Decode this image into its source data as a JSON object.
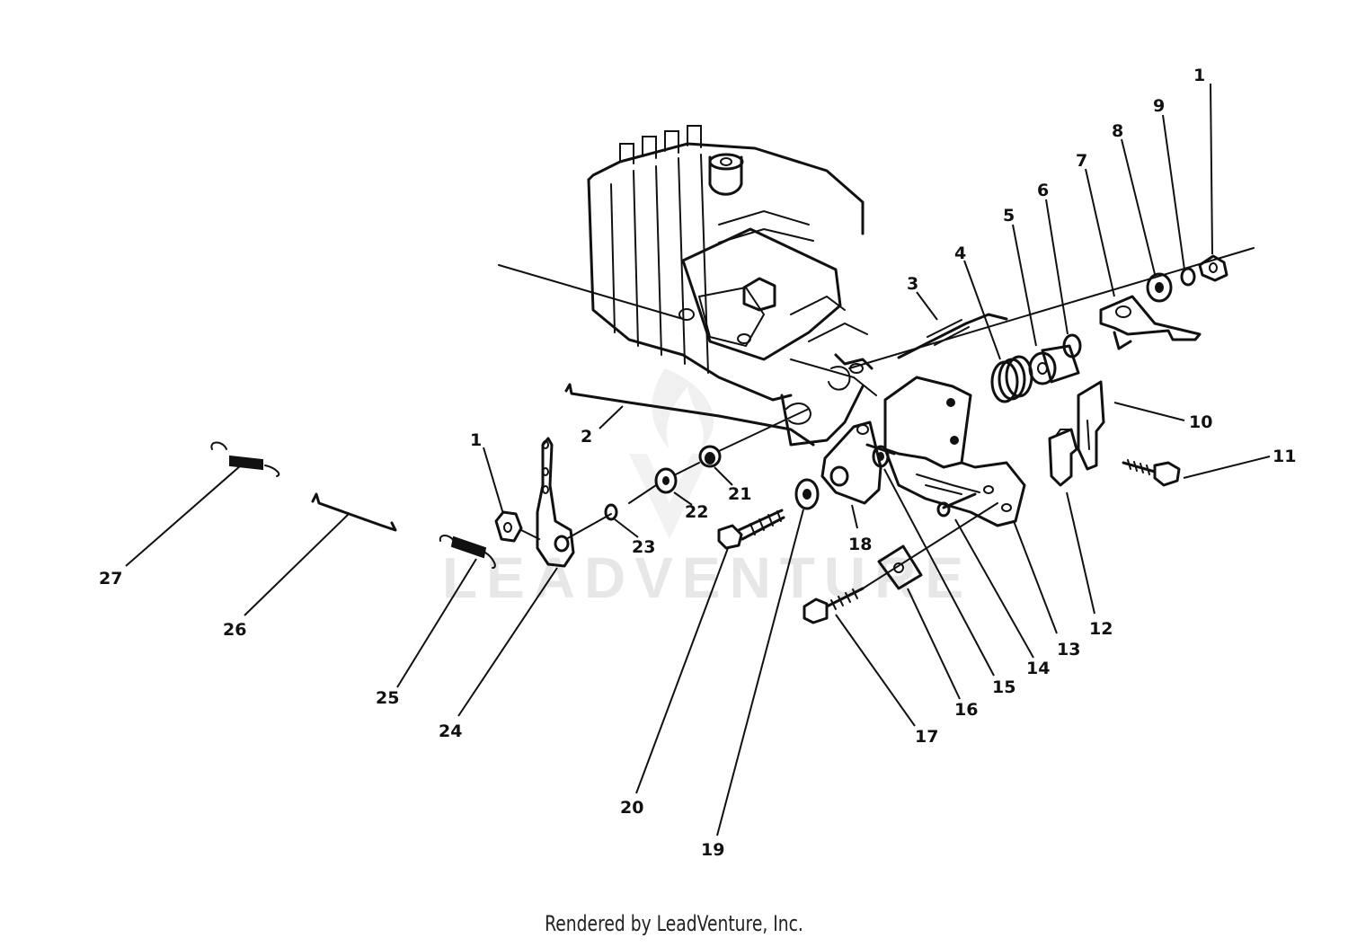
{
  "watermark": "LEADVENTURE",
  "footer": {
    "rendered_by": "Rendered by LeadVenture, Inc."
  },
  "callouts": [
    "1",
    "2",
    "3",
    "4",
    "5",
    "6",
    "7",
    "8",
    "9",
    "1",
    "10",
    "11",
    "12",
    "13",
    "14",
    "15",
    "16",
    "17",
    "18",
    "19",
    "20",
    "21",
    "22",
    "23",
    "24",
    "25",
    "26",
    "27"
  ]
}
